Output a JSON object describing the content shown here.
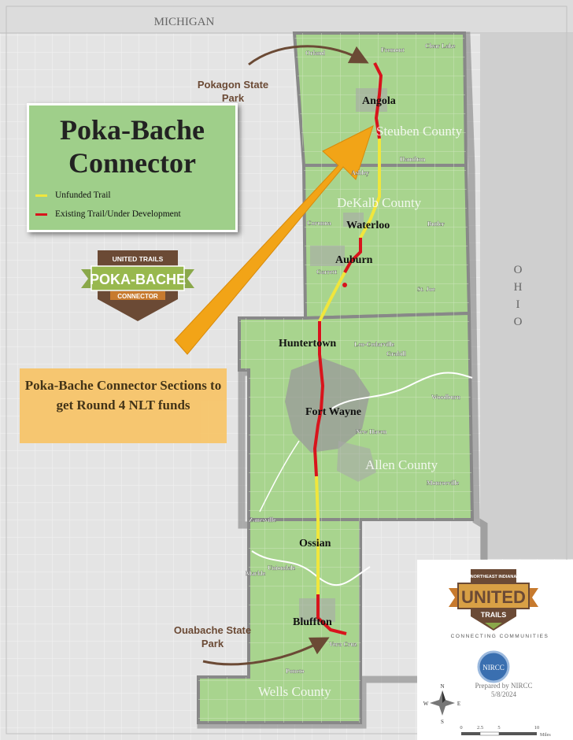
{
  "title": "Poka-Bache Connector",
  "legend": [
    {
      "label": "Unfunded Trail",
      "color": "#f0e63c"
    },
    {
      "label": "Existing Trail/Under Development",
      "color": "#d8141c"
    }
  ],
  "callout": "Poka-Bache Connector Sections to get Round 4 NLT funds",
  "logo_poka": {
    "top": "UNITED TRAILS",
    "main": "POKA-BACHE",
    "bottom": "CONNECTOR"
  },
  "logo_united": {
    "region": "NORTHEAST INDIANA",
    "main": "UNITED",
    "sub": "TRAILS",
    "tagline": "CONNECTING COMMUNITIES"
  },
  "nircc": "NIRCC",
  "prepared_by": "Prepared by NIRCC",
  "date": "5/8/2024",
  "states": {
    "north": "MICHIGAN",
    "east": "OHIO"
  },
  "parks": {
    "pokagon": "Pokagon State Park",
    "ouabache": "Ouabache State Park"
  },
  "counties": [
    "Steuben County",
    "DeKalb County",
    "Allen County",
    "Wells County"
  ],
  "major_towns": [
    "Angola",
    "Waterloo",
    "Auburn",
    "Huntertown",
    "Fort Wayne",
    "Ossian",
    "Bluffton"
  ],
  "minor_towns": [
    "Orland",
    "Fremont",
    "Clear Lake",
    "Hamilton",
    "Ashley",
    "Corunna",
    "Butler",
    "Garrett",
    "St. Joe",
    "Leo-Cedarville",
    "Grabill",
    "Woodburn",
    "New Haven",
    "Monroeville",
    "Zanesville",
    "Uniondale",
    "Markle",
    "Vera Cruz",
    "Poneto"
  ],
  "scale": {
    "ticks": [
      "0",
      "2.5",
      "5",
      "10"
    ],
    "unit": "Miles"
  },
  "compass": {
    "n": "N",
    "s": "S",
    "e": "E",
    "w": "W"
  },
  "colors": {
    "county_fill": "#a8d48e",
    "outline": "#808080",
    "arrow": "#f2a417",
    "existing": "#d8141c",
    "unfunded": "#f0e63c",
    "brown": "#6b4a35"
  }
}
